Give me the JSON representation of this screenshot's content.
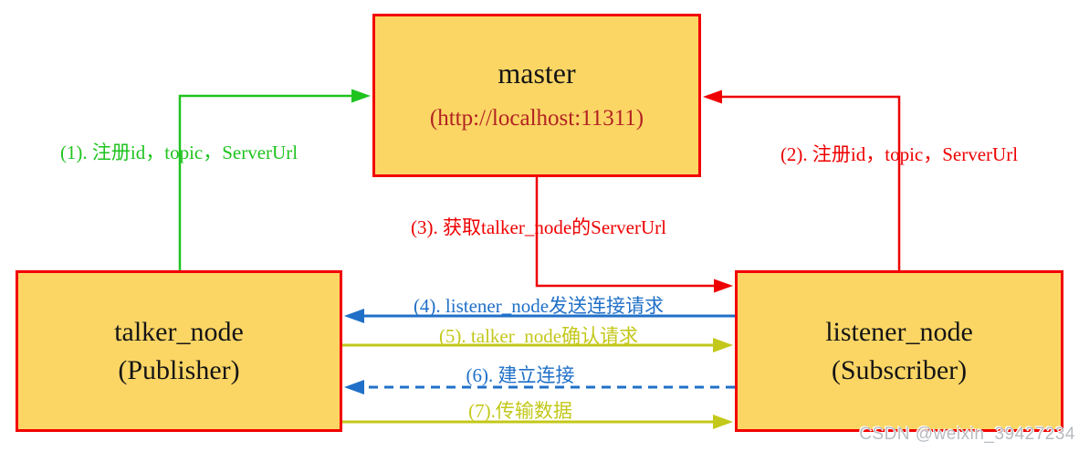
{
  "diagram": {
    "nodes": {
      "master": {
        "title": "master",
        "subtitle": "(http://localhost:11311)"
      },
      "talker": {
        "title": "talker_node",
        "subtitle": "(Publisher)"
      },
      "listener": {
        "title": "listener_node",
        "subtitle": "(Subscriber)"
      }
    },
    "edges": [
      {
        "id": 1,
        "label": "(1). 注册id，topic，ServerUrl",
        "from": "talker_node",
        "to": "master",
        "color": "#1fc31f",
        "style": "solid-elbow"
      },
      {
        "id": 2,
        "label": "(2). 注册id，topic，ServerUrl",
        "from": "listener_node",
        "to": "master",
        "color": "#ee0000",
        "style": "solid-elbow"
      },
      {
        "id": 3,
        "label": "(3). 获取talker_node的ServerUrl",
        "from": "master",
        "to": "listener_node",
        "color": "#ee0000",
        "style": "solid-elbow"
      },
      {
        "id": 4,
        "label": "(4). listener_node发送连接请求",
        "from": "listener_node",
        "to": "talker_node",
        "color": "#2070c8",
        "style": "solid"
      },
      {
        "id": 5,
        "label": "(5). talker_node确认请求",
        "from": "talker_node",
        "to": "listener_node",
        "color": "#c3c81a",
        "style": "solid"
      },
      {
        "id": 6,
        "label": "(6). 建立连接",
        "from": "listener_node",
        "to": "talker_node",
        "color": "#2070c8",
        "style": "dashed"
      },
      {
        "id": 7,
        "label": "(7).传输数据",
        "from": "talker_node",
        "to": "listener_node",
        "color": "#c3c81a",
        "style": "solid"
      }
    ],
    "watermark": "CSDN @weixin_39427234",
    "colors": {
      "background": "#ffffff",
      "node_fill": "#fbd665",
      "node_border": "#f20000",
      "green": "#1fc31f",
      "red": "#ee0000",
      "dark_red": "#b22222",
      "blue": "#2070c8",
      "yellow": "#c3c81a",
      "watermark_gray": "#b7bcc1"
    }
  }
}
